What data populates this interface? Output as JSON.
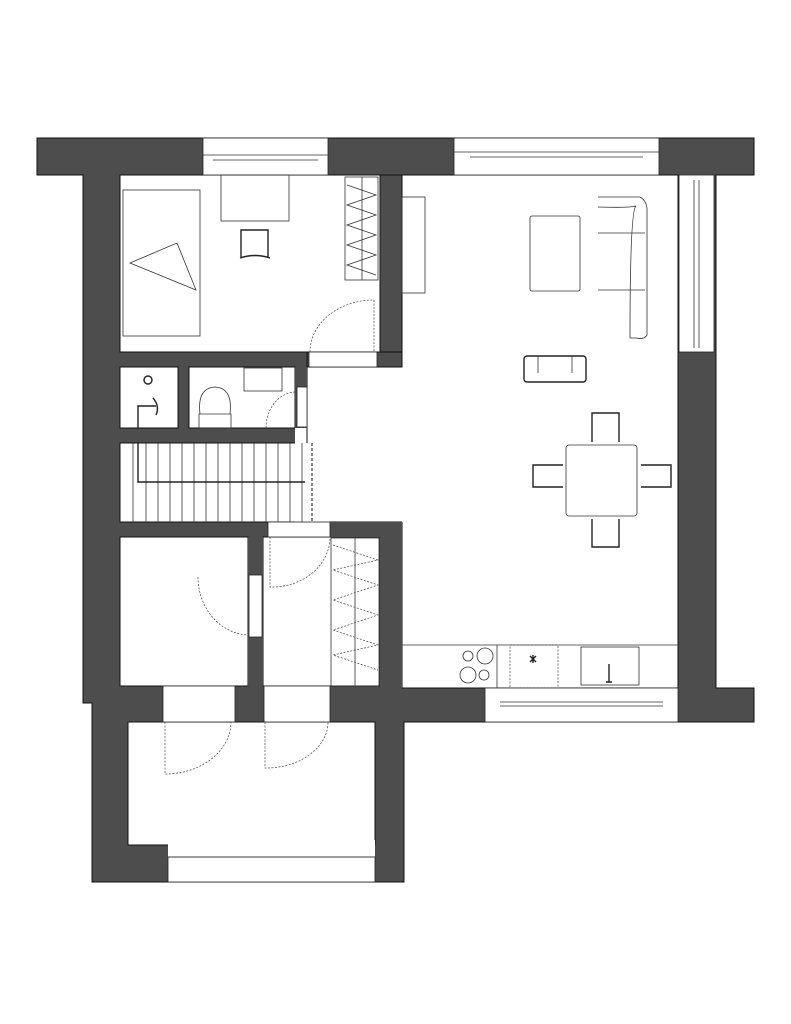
{
  "plan": {
    "colors": {
      "wall": "#4d4d4d",
      "floor": "#ffffff",
      "line": "#333333"
    },
    "rooms": [
      "bedroom",
      "boiler-room",
      "bathroom",
      "staircase",
      "hall",
      "living-dining-kitchen",
      "room",
      "closet",
      "vestibule"
    ]
  }
}
